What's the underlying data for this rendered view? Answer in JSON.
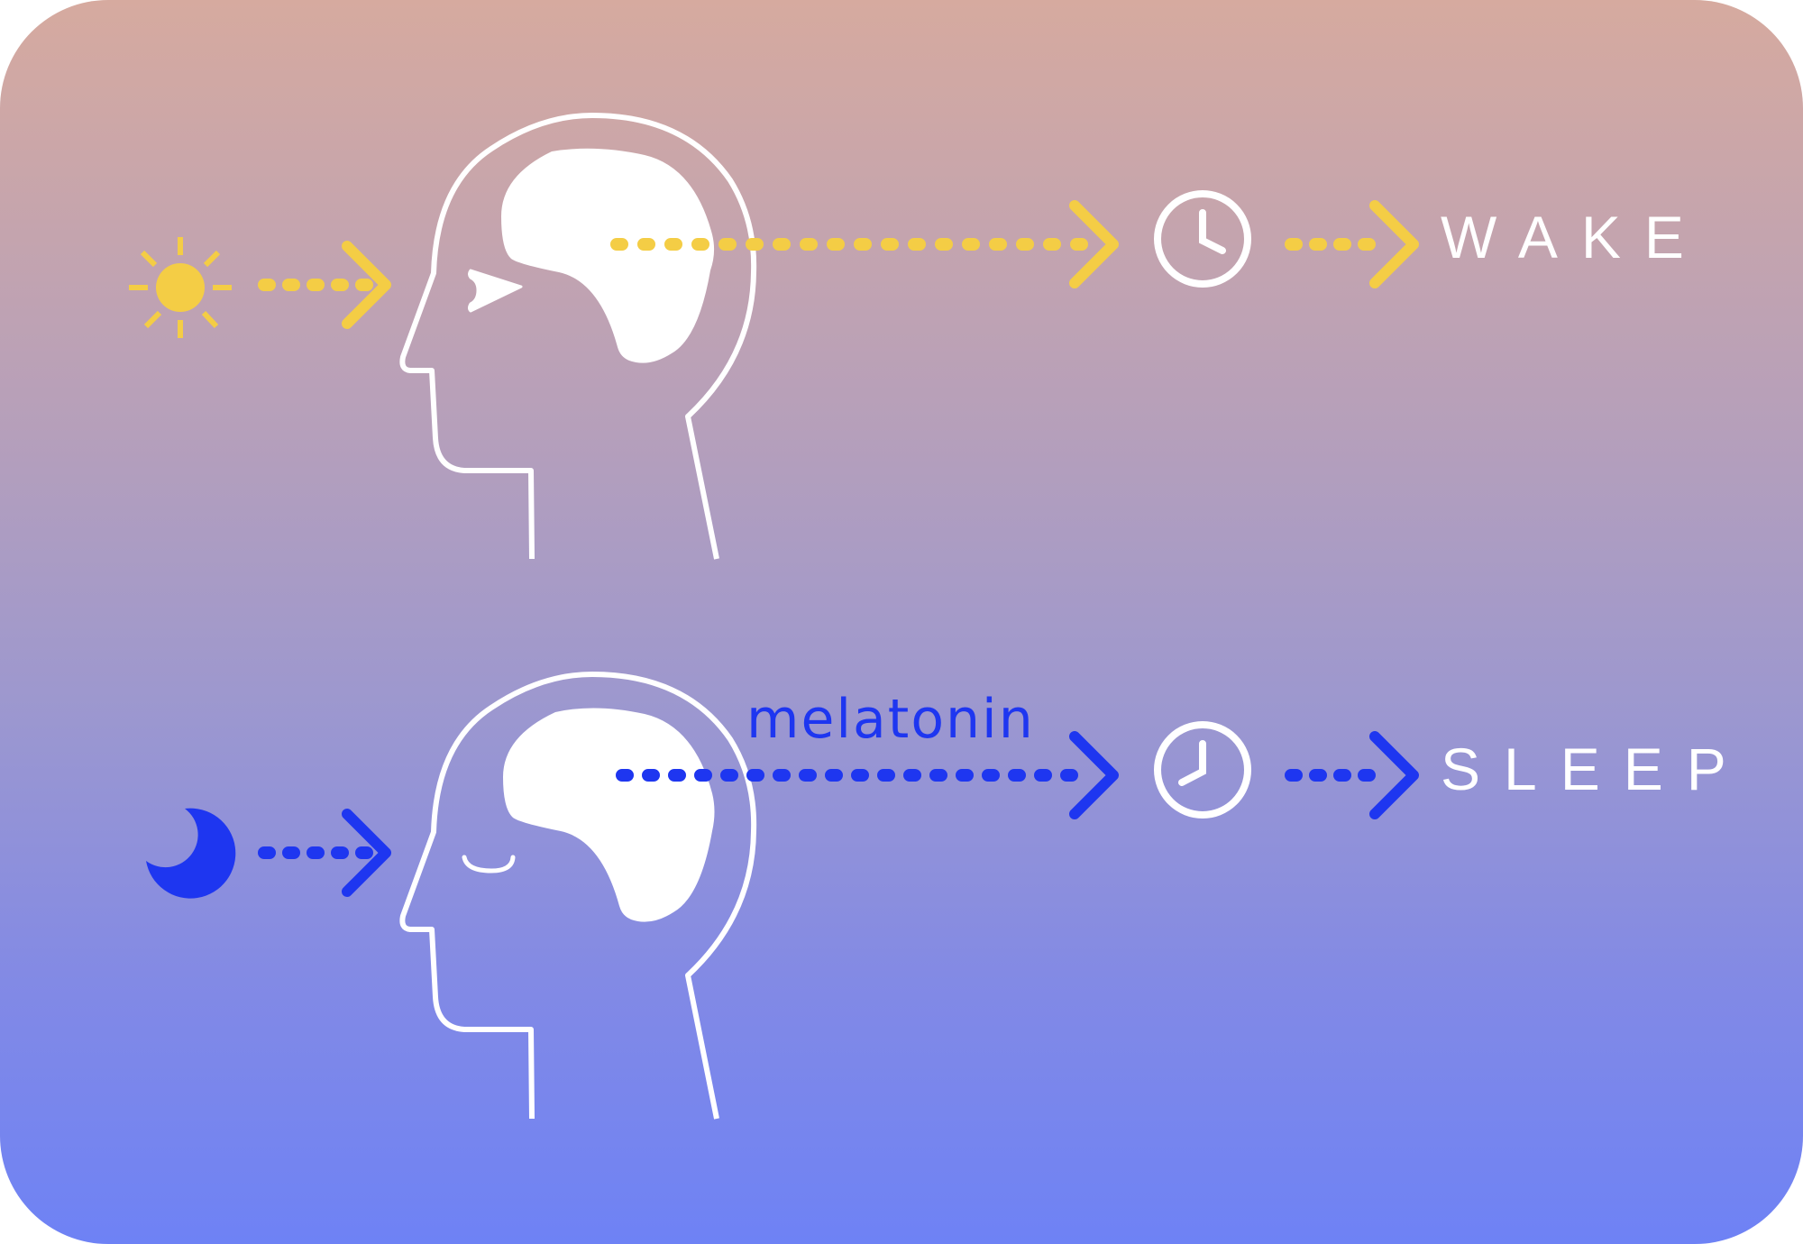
{
  "diagram": {
    "type": "process-flow",
    "colors": {
      "background_top": "#d6aa9f",
      "background_bottom": "#6e82f5",
      "day_accent": "#f4cd45",
      "night_accent": "#1e36f0",
      "outline": "#ffffff"
    },
    "rows": [
      {
        "id": "day",
        "source_icon": "sun-icon",
        "head_state": "eye-open",
        "hormone_label": "",
        "clock_icon": "clock-icon",
        "outcome_label": "WAKE"
      },
      {
        "id": "night",
        "source_icon": "moon-icon",
        "head_state": "eye-closed",
        "hormone_label": "melatonin",
        "clock_icon": "clock-icon",
        "outcome_label": "SLEEP"
      }
    ]
  }
}
